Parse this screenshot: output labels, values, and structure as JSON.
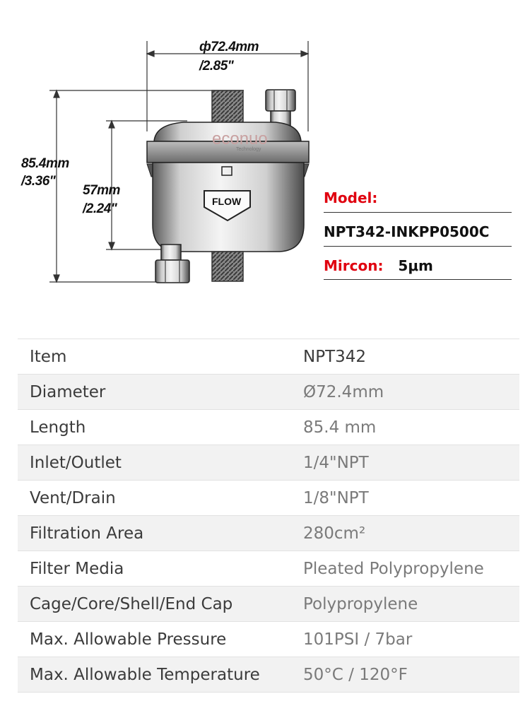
{
  "dimensions": {
    "diameter_mm": "ф72.4mm",
    "diameter_in": "/2.85\"",
    "height_mm": "85.4mm",
    "height_in": "/3.36\"",
    "body_mm": "57mm",
    "body_in": "/2.24\""
  },
  "product_graphic": {
    "brand": "econuo",
    "brand_sub": "Technology",
    "flow_label": "FLOW"
  },
  "model_info": {
    "model_label": "Model:",
    "model_value": "NPT342-INKPP0500C",
    "micron_label": "Mircon:",
    "micron_value": "5μm",
    "label_color": "#e0000f"
  },
  "spec_table": {
    "rows": [
      {
        "key": "Item",
        "value": "NPT342"
      },
      {
        "key": "Diameter",
        "value": "Ø72.4mm"
      },
      {
        "key": "Length",
        "value": "85.4 mm"
      },
      {
        "key": "Inlet/Outlet",
        "value": "1/4\"NPT"
      },
      {
        "key": "Vent/Drain",
        "value": "1/8\"NPT"
      },
      {
        "key": "Filtration Area",
        "value": "280cm²"
      },
      {
        "key": "Filter Media",
        "value": "Pleated Polypropylene"
      },
      {
        "key": "Cage/Core/Shell/End Cap",
        "value": "Polypropylene"
      },
      {
        "key": "Max. Allowable Pressure",
        "value": "101PSI / 7bar"
      },
      {
        "key": "Max. Allowable Temperature",
        "value": "50°C / 120°F"
      }
    ]
  }
}
